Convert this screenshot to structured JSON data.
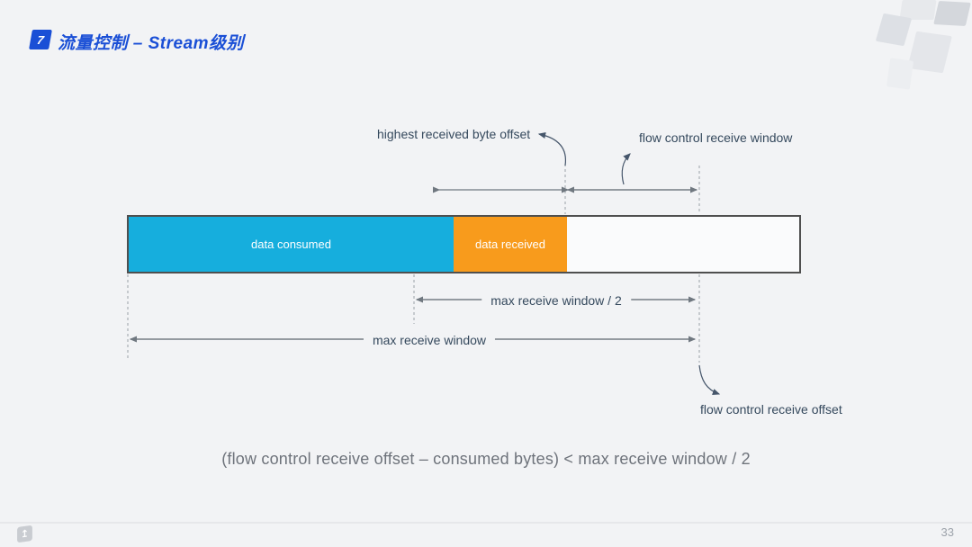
{
  "header": {
    "badge": "7",
    "title": "流量控制 – Stream级别"
  },
  "diagram": {
    "bar": {
      "segments": [
        {
          "label": "data consumed",
          "color": "#16aedd"
        },
        {
          "label": "data received",
          "color": "#f89b1c"
        },
        {
          "label": "",
          "color": "#fafbfc"
        }
      ]
    },
    "annotations": {
      "highest_received_byte_offset": "highest received byte offset",
      "flow_control_receive_window": "flow control receive window",
      "max_receive_window_half": "max receive window / 2",
      "max_receive_window": "max receive window",
      "flow_control_receive_offset": "flow control receive offset"
    },
    "formula": "(flow control receive offset – consumed bytes) < max receive window / 2"
  },
  "footer": {
    "page_number": "33",
    "logo_glyph": "↥"
  },
  "colors": {
    "accent_blue": "#1a4fd6",
    "bar_cyan": "#16aedd",
    "bar_orange": "#f89b1c",
    "bar_border": "#4f4f4f",
    "annotation_text": "#35495d",
    "formula_text": "#6e737b",
    "background": "#f2f3f5"
  }
}
